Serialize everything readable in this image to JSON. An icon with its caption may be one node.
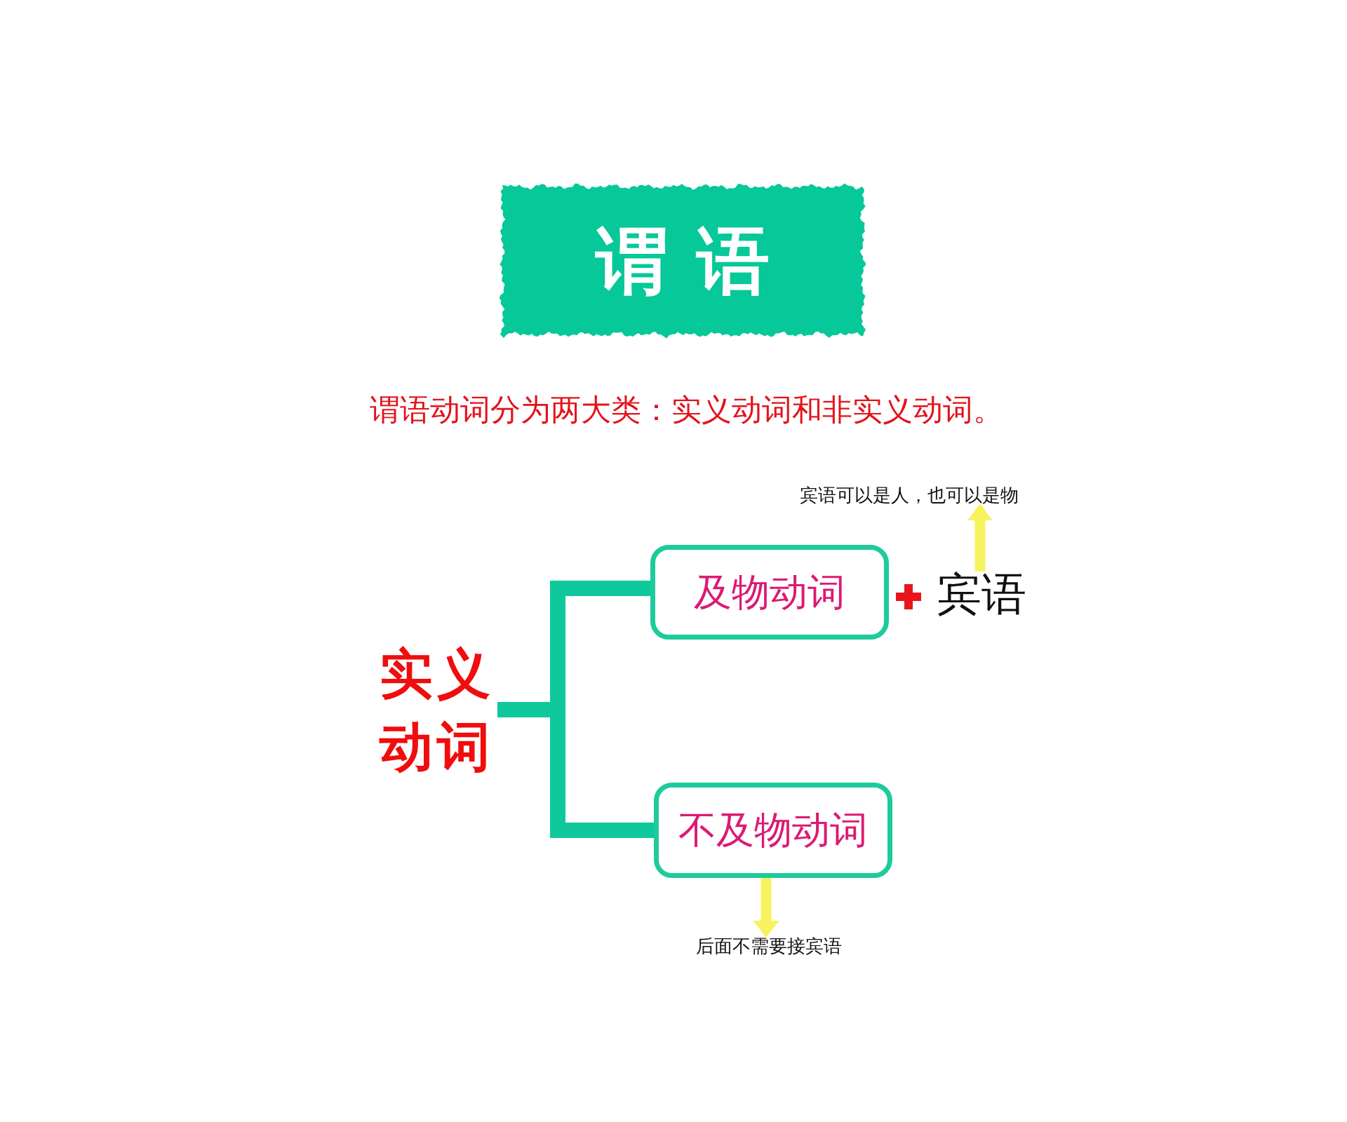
{
  "diagram": {
    "title": "谓语",
    "nodes": [
      {
        "text": [
          "实义动词"
        ]
      },
      {
        "text": [
          "及物动词"
        ]
      },
      {
        "text": [
          "不及物动词"
        ]
      },
      {
        "text": [
          "宾语"
        ]
      },
      {
        "text": [
          "宾语可以是人，也可以是物"
        ]
      },
      {
        "text": [
          "后面不需要接宾语"
        ]
      }
    ],
    "edges": [
      {
        "from": 0,
        "to": 1,
        "arrow": "none",
        "color": "#0fc89b"
      },
      {
        "from": 0,
        "to": 2,
        "arrow": "none",
        "color": "#0fc89b"
      },
      {
        "from": 3,
        "to": 4,
        "arrow": "to",
        "color": "#f7f35f"
      },
      {
        "from": 2,
        "to": 5,
        "arrow": "to",
        "color": "#f7f35f"
      }
    ],
    "labels": [
      "谓语动词分为两大类：实义动词和非实义动词。"
    ]
  }
}
